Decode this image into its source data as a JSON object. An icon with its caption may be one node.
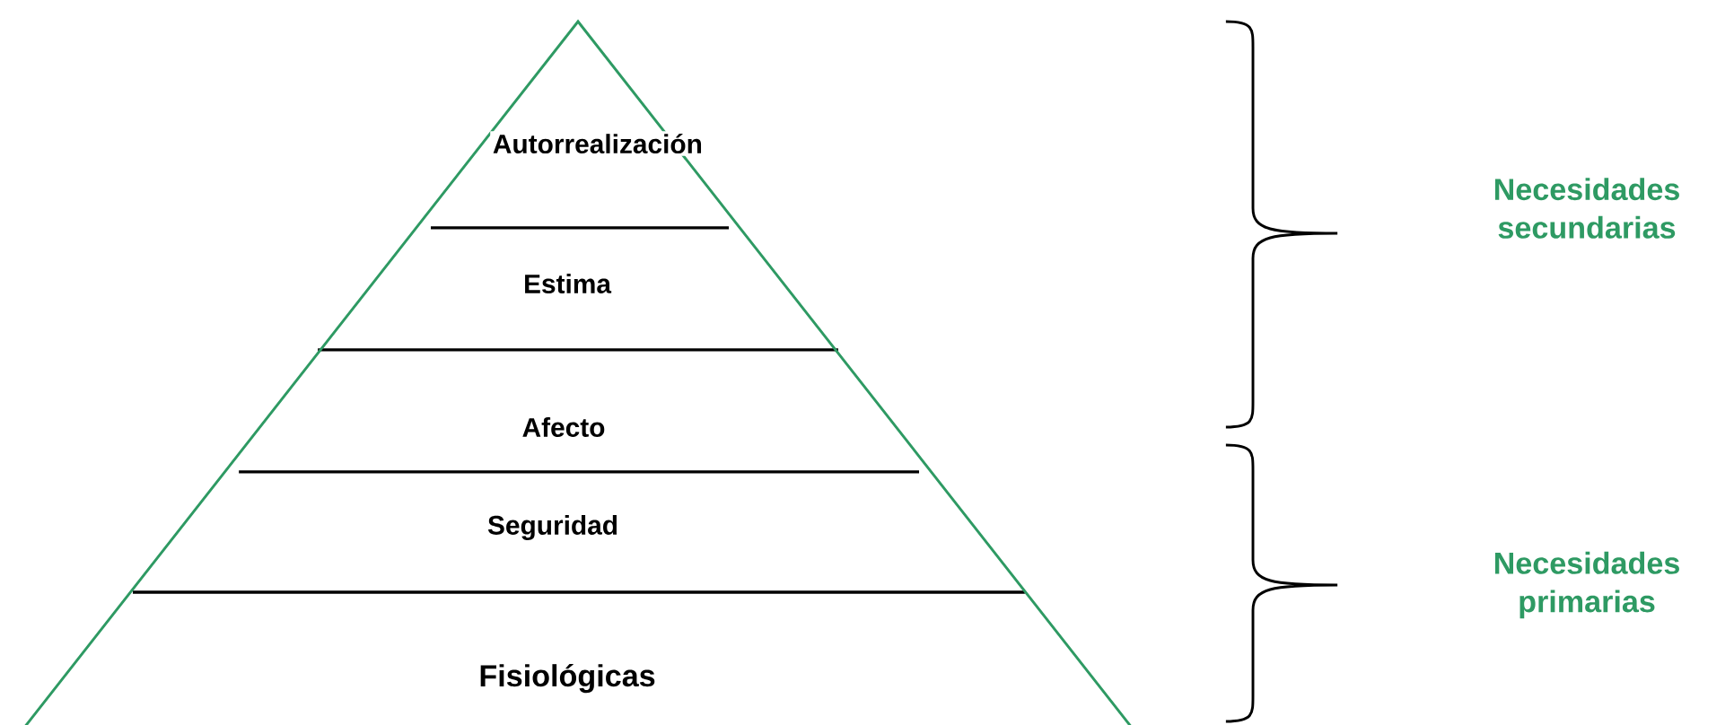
{
  "diagram": {
    "nodes": [
      {
        "text": [],
        "shape": "triangle"
      },
      {
        "text": [
          "Autorrealización"
        ],
        "in": 0
      },
      {
        "text": [
          "Estima"
        ],
        "in": 0
      },
      {
        "text": [
          "Afecto"
        ],
        "in": 0
      },
      {
        "text": [
          "Seguridad"
        ],
        "in": 0
      },
      {
        "text": [
          "Fisiológicas"
        ],
        "in": 0
      }
    ],
    "labels": [
      "Necesidades secundarias",
      "Necesidades primarias"
    ]
  }
}
